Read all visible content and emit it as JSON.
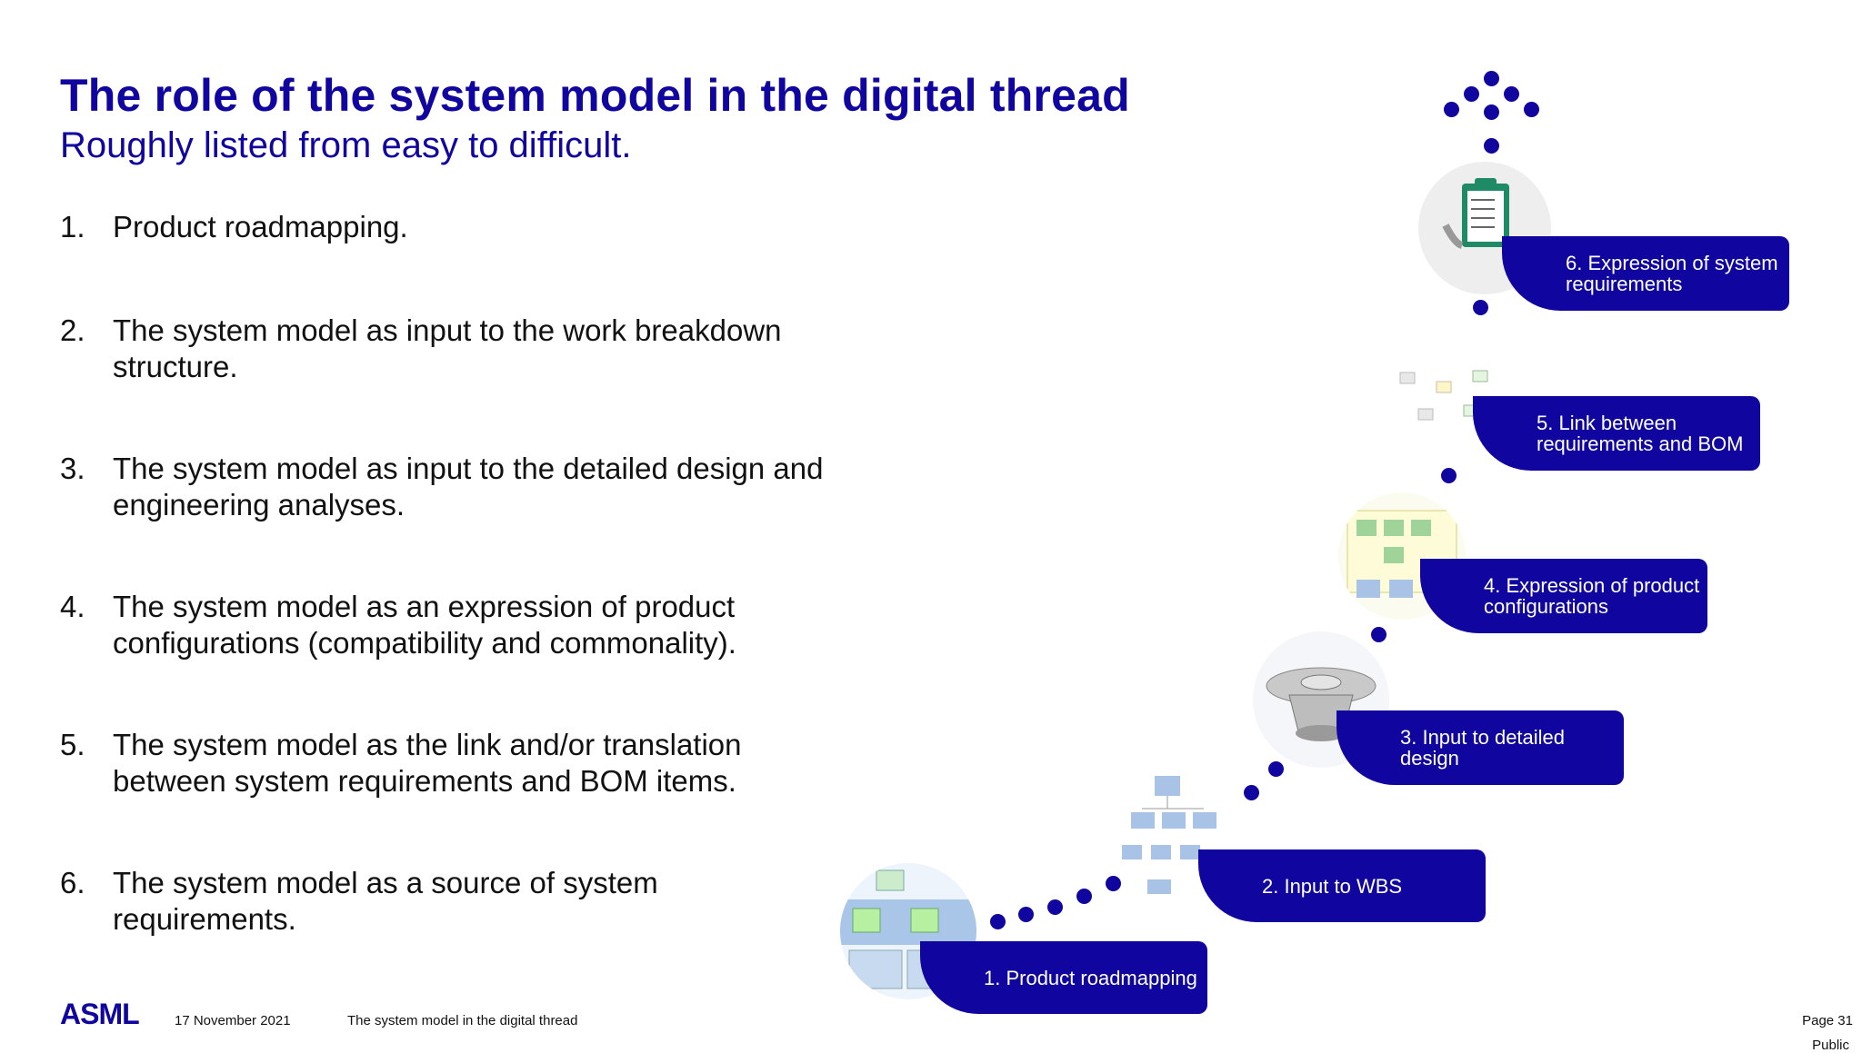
{
  "header": {
    "title": "The role of the system model in the digital thread",
    "subtitle": "Roughly listed from easy to difficult."
  },
  "list": [
    {
      "num": "1.",
      "text": "Product roadmapping."
    },
    {
      "num": "2.",
      "text": "The system model as input to the work breakdown structure."
    },
    {
      "num": "3.",
      "text": "The system model as input to the detailed design and engineering analyses."
    },
    {
      "num": "4.",
      "text": "The system model as an expression of product configurations (compatibility and commonality)."
    },
    {
      "num": "5.",
      "text": "The system model as the link and/or translation between system requirements and BOM items."
    },
    {
      "num": "6.",
      "text": "The system model as a source of system requirements."
    }
  ],
  "steps": [
    {
      "label": "1. Product roadmapping"
    },
    {
      "label": "2. Input to WBS"
    },
    {
      "label": "3. Input to detailed design"
    },
    {
      "label": "4. Expression of product configurations"
    },
    {
      "label": "5. Link between requirements and BOM"
    },
    {
      "label": "6. Expression of system requirements"
    }
  ],
  "footer": {
    "logo": "ASML",
    "date": "17 November 2021",
    "doc_title": "The system model in the digital thread",
    "page": "Page 31",
    "classification": "Public"
  },
  "colors": {
    "brand": "#10069f"
  }
}
